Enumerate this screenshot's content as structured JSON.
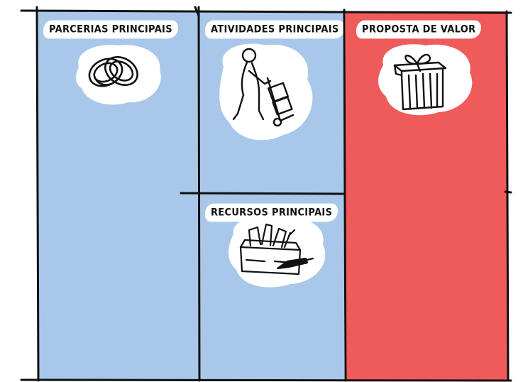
{
  "canvas": {
    "partners_label": "PARCERIAS PRINCIPAIS",
    "activities_label": "ATIVIDADES PRINCIPAIS",
    "value_label": "PROPOSTA DE VALOR",
    "resources_label": "RECURSOS PRINCIPAIS"
  },
  "colors": {
    "blue_cell": "#a9c8e9",
    "red_cell": "#ef5a5a",
    "ink": "#111111"
  },
  "icons": {
    "partners": "rings-icon",
    "activities": "person-pushing-hand-truck-icon",
    "value": "gift-box-icon",
    "resources": "toolbox-icon"
  }
}
